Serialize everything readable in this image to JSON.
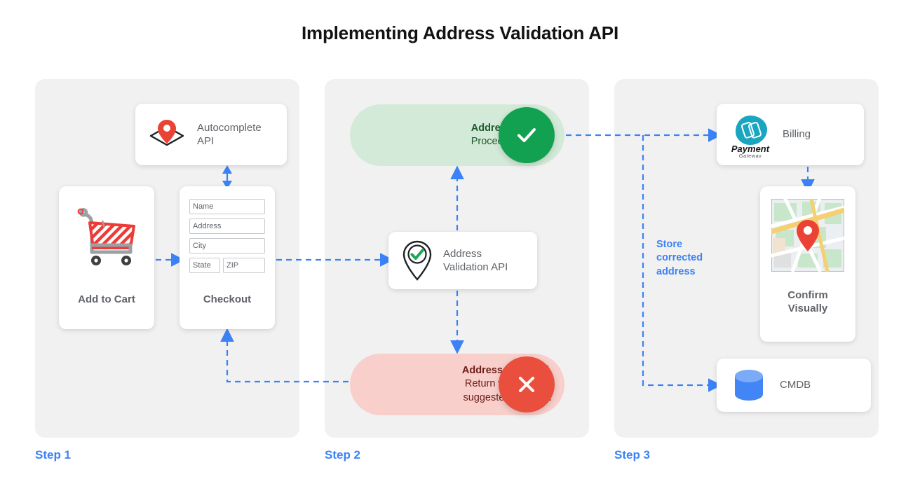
{
  "title": "Implementing Address Validation API",
  "colors": {
    "accent_blue": "#3b82f6",
    "panel_bg": "#f1f1f1",
    "valid_green": "#12a150",
    "valid_pill_bg": "#d4ead8",
    "invalid_red": "#ea4f3d",
    "invalid_pill_bg": "#f8cfcb",
    "pin_red": "#ea4335",
    "cmdb_blue": "#4285f4",
    "payment_teal": "#1aa5c0",
    "text_gray": "#5f6368"
  },
  "steps": [
    {
      "label": "Step 1"
    },
    {
      "label": "Step 2"
    },
    {
      "label": "Step 3"
    }
  ],
  "step1": {
    "autocomplete": {
      "label_line1": "Autocomplete",
      "label_line2": "API",
      "icon": "map-pin-diamond-icon"
    },
    "cart": {
      "caption": "Add to Cart",
      "icon": "shopping-cart-icon"
    },
    "checkout": {
      "caption": "Checkout",
      "icon": "address-form-icon",
      "fields": [
        {
          "name": "name-field",
          "value": "Name"
        },
        {
          "name": "address-field",
          "value": "Address"
        },
        {
          "name": "city-field",
          "value": "City"
        },
        {
          "name": "state-field",
          "value": "State"
        },
        {
          "name": "zip-field",
          "value": "ZIP"
        }
      ]
    }
  },
  "step2": {
    "valid": {
      "headline": "Address is valid.",
      "detail": "Proceed to billing.",
      "icon": "check-circle-icon"
    },
    "invalid": {
      "headline": "Address is invalid.",
      "detail_line1": "Return with Google",
      "detail_line2": "suggested address.",
      "icon": "x-circle-icon"
    },
    "validation_api": {
      "label_line1": "Address",
      "label_line2": "Validation API",
      "icon": "pin-check-icon"
    }
  },
  "step3": {
    "billing": {
      "label": "Billing",
      "icon": "payment-gateway-logo",
      "logo_name": "Payment",
      "logo_sub": "Gateway"
    },
    "confirm": {
      "caption_line1": "Confirm",
      "caption_line2": "Visually",
      "icon": "map-thumbnail-icon"
    },
    "cmdb": {
      "label": "CMDB",
      "icon": "database-cylinder-icon"
    },
    "store_note_line1": "Store",
    "store_note_line2": "corrected",
    "store_note_line3": "address"
  }
}
